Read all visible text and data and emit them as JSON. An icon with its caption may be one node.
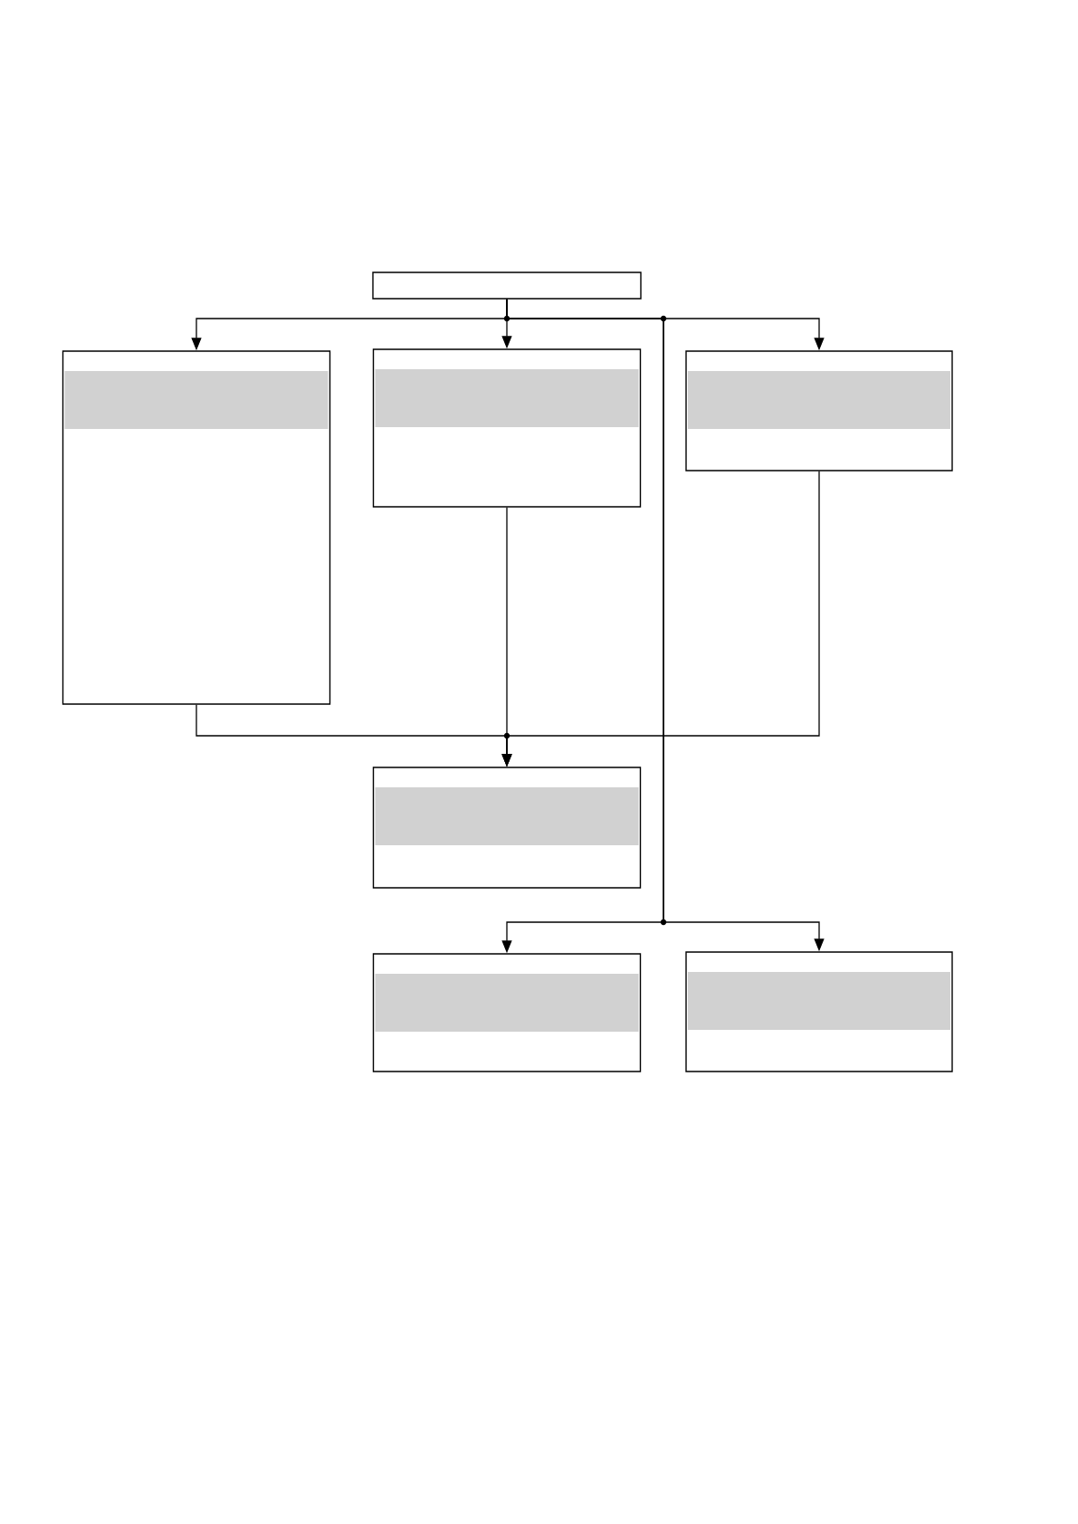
{
  "diagram": {
    "nodes": [
      {
        "text": [],
        "shape": "box"
      },
      {
        "text": [],
        "shape": "box"
      },
      {
        "text": [],
        "shape": "box"
      },
      {
        "text": [],
        "shape": "box"
      },
      {
        "text": [],
        "shape": "box"
      },
      {
        "text": [],
        "shape": "box"
      },
      {
        "text": [],
        "shape": "box"
      }
    ],
    "edges": [
      {
        "from": 0,
        "to": 1,
        "arrow": "to"
      },
      {
        "from": 0,
        "to": 2,
        "arrow": "to"
      },
      {
        "from": 0,
        "to": 3,
        "arrow": "to"
      },
      {
        "from": 0,
        "to": 5,
        "arrow": "to"
      },
      {
        "from": 0,
        "to": 6,
        "arrow": "to"
      },
      {
        "from": 1,
        "to": 4,
        "arrow": "to"
      },
      {
        "from": 2,
        "to": 4,
        "arrow": "to"
      },
      {
        "from": 3,
        "to": 4,
        "arrow": "to"
      }
    ]
  }
}
